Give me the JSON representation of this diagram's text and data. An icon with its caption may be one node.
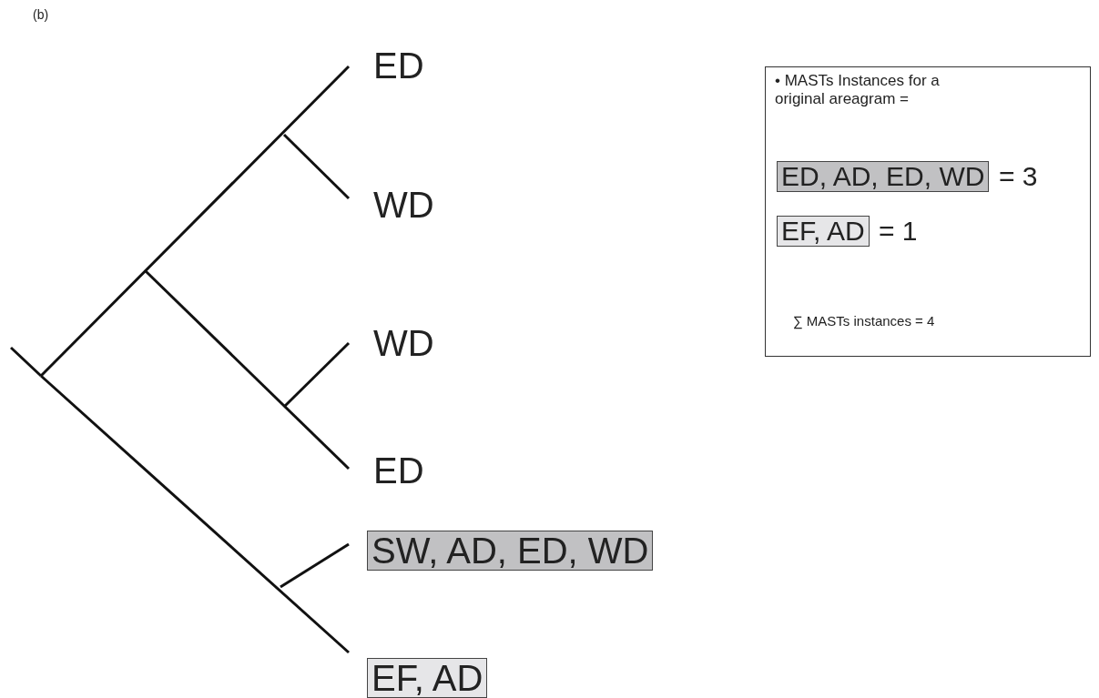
{
  "diagram": {
    "nodes": [
      {
        "text": [
          "ED"
        ]
      },
      {
        "text": [
          "WD"
        ]
      },
      {
        "text": [
          "WD"
        ]
      },
      {
        "text": [
          "ED"
        ]
      },
      {
        "text": [
          "SW, AD, ED, WD"
        ]
      },
      {
        "text": [
          "EF, AD"
        ]
      },
      {
        "text": [
          "• MASTs Instances for a original areagram =",
          "∑ MASTs instances = 4"
        ]
      },
      {
        "text": [
          "ED, AD, ED, WD"
        ],
        "in": 6,
        "beside": [
          "= 3"
        ]
      },
      {
        "text": [
          "EF, AD"
        ],
        "in": 6,
        "beside": [
          "= 1"
        ]
      }
    ],
    "labels": [
      "(b)"
    ]
  }
}
